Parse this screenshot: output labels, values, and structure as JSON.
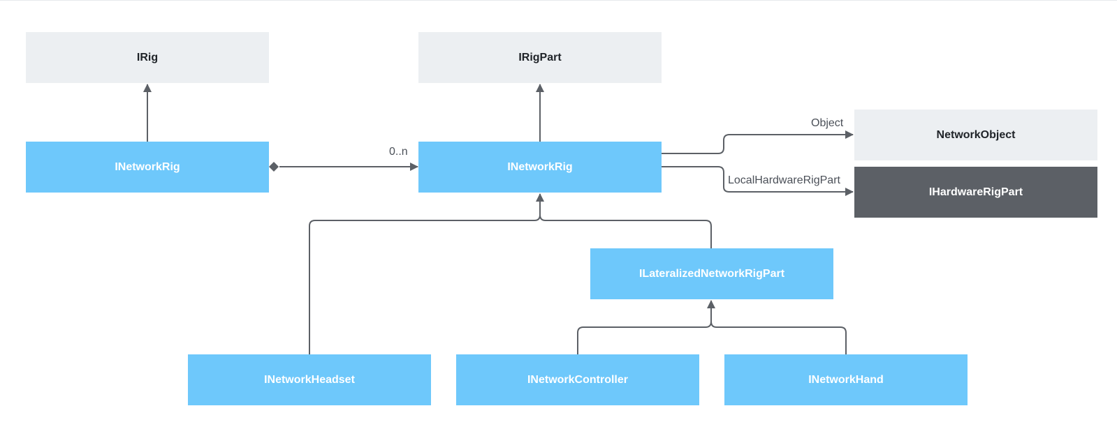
{
  "colors": {
    "interface_fill": "#6ec8fb",
    "base_fill": "#eceff2",
    "hardware_fill": "#5c6066",
    "line": "#5c6066"
  },
  "nodes": {
    "irig": "IRig",
    "irigpart": "IRigPart",
    "inetworkrig_left": "INetworkRig",
    "inetworkrig_center": "INetworkRig",
    "networkobject": "NetworkObject",
    "ihardwarerigpart": "IHardwareRigPart",
    "ilateralized": "ILateralizedNetworkRigPart",
    "inetworkheadset": "INetworkHeadset",
    "inetworkcontroller": "INetworkController",
    "inetworkhand": "INetworkHand"
  },
  "edge_labels": {
    "multiplicity": "0..n",
    "object": "Object",
    "local_hardware": "LocalHardwareRigPart"
  }
}
